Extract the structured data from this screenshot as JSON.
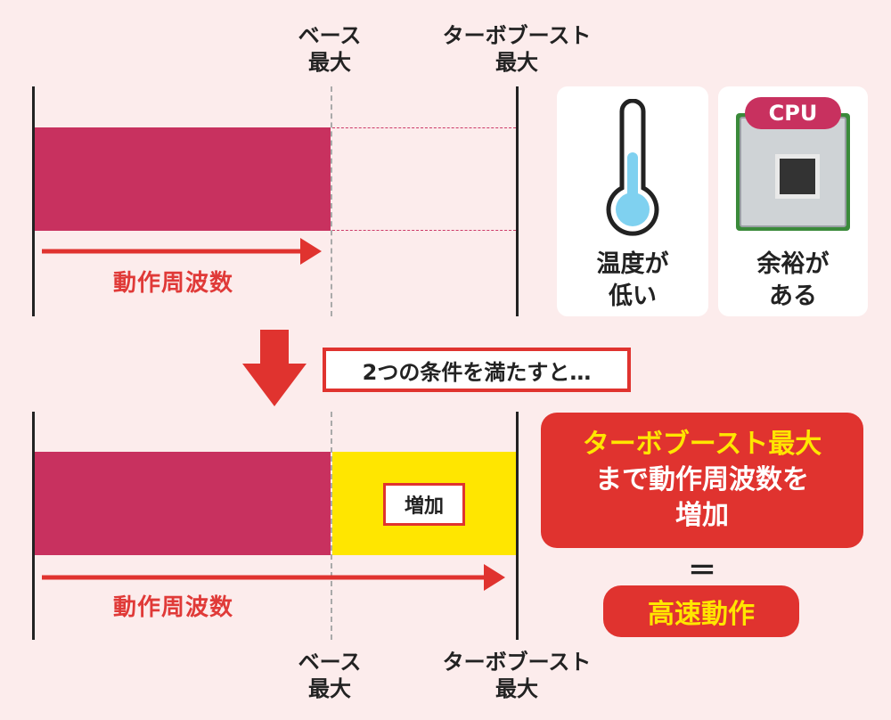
{
  "top": {
    "base_max_label": "ベース\n最大",
    "turbo_max_label": "ターボブースト\n最大",
    "freq_label": "動作周波数"
  },
  "conditions": {
    "temp_card_label": "温度が\n低い",
    "cpu_card_label": "余裕が\nある",
    "cpu_badge": "CPU",
    "arrow_text": "2つの条件を満たすと…"
  },
  "bottom": {
    "increase_label": "増加",
    "freq_label": "動作周波数",
    "base_max_label": "ベース\n最大",
    "turbo_max_label": "ターボブースト\n最大"
  },
  "result": {
    "line1": "ターボブースト最大",
    "line2": "まで動作周波数を",
    "line3": "増加",
    "equals": "＝",
    "fast": "高速動作"
  },
  "colors": {
    "background": "#fcecec",
    "bar": "#c8315f",
    "accent_red": "#e0332f",
    "highlight_yellow": "#ffe600",
    "thermo_fill": "#7fd1f0"
  }
}
